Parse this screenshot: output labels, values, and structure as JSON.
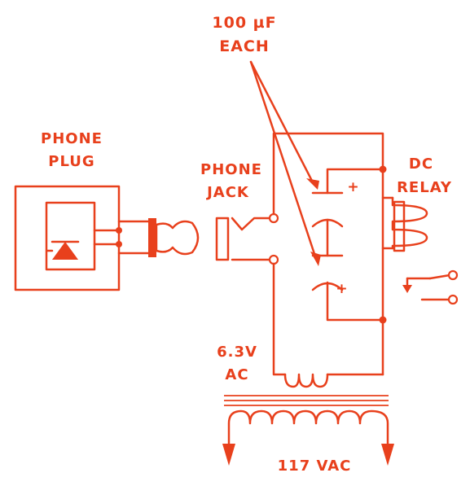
{
  "labels": {
    "capacitor_value_line1": "100 µF",
    "capacitor_value_line2": "EACH",
    "phone_plug_line1": "PHONE",
    "phone_plug_line2": "PLUG",
    "phone_jack_line1": "PHONE",
    "phone_jack_line2": "JACK",
    "dc_relay_line1": "DC",
    "dc_relay_line2": "RELAY",
    "capacitor_polarity_top": "+",
    "capacitor_polarity_bottom": "+",
    "secondary_voltage_line1": "6.3V",
    "secondary_voltage_line2": "AC",
    "primary_voltage": "117 VAC"
  },
  "colors": {
    "ink": "#e8401c",
    "background": "#ffffff"
  }
}
